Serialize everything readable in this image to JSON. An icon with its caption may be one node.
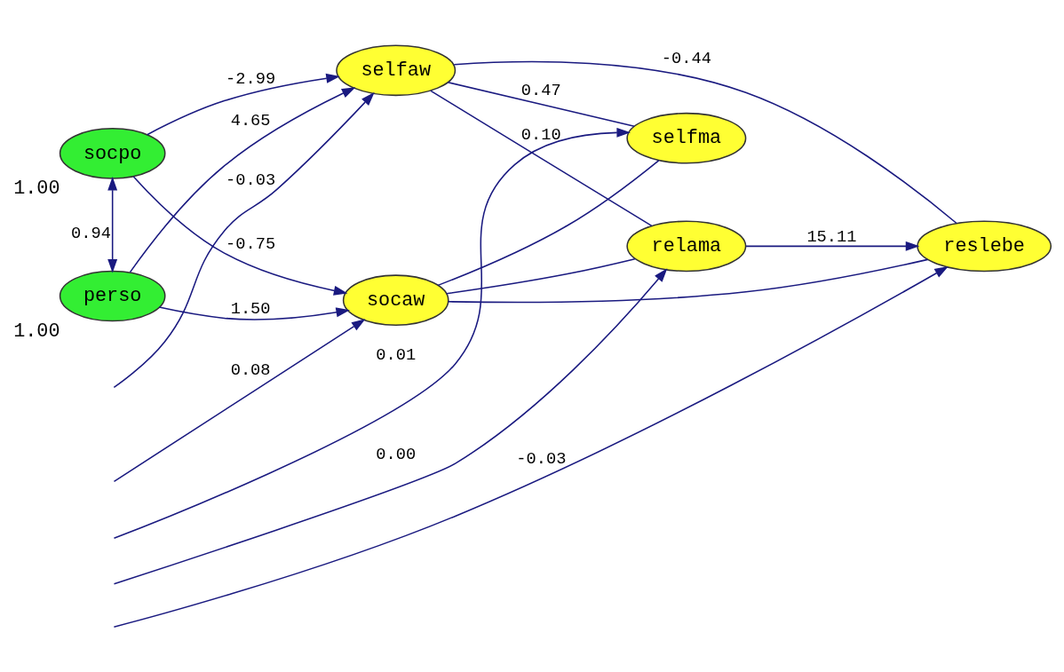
{
  "diagram": {
    "nodes": [
      {
        "text": [
          "perso"
        ],
        "beside": [
          "1.00"
        ]
      },
      {
        "text": [
          "socpo"
        ],
        "beside": [
          "1.00"
        ]
      },
      {
        "text": [
          "selfaw"
        ]
      },
      {
        "text": [
          "socaw"
        ]
      },
      {
        "text": [
          "selfma"
        ]
      },
      {
        "text": [
          "relama"
        ]
      },
      {
        "text": [
          "reslebe"
        ]
      }
    ],
    "edges": [
      {
        "from": 0,
        "to": 2,
        "arrow": "to",
        "label": "4.65"
      },
      {
        "from": 0,
        "to": 3,
        "arrow": "to",
        "label": "1.50"
      },
      {
        "from": 1,
        "to": 2,
        "arrow": "to",
        "label": "-2.99"
      },
      {
        "from": 1,
        "to": 3,
        "arrow": "to",
        "label": "-0.75"
      },
      {
        "from": 0,
        "to": 1,
        "arrow": "both",
        "label": "0.94"
      },
      {
        "from": 2,
        "to": 4,
        "arrow": "none",
        "label": "0.47"
      },
      {
        "from": 2,
        "to": 5,
        "arrow": "none",
        "label": "0.10"
      },
      {
        "from": 2,
        "to": 6,
        "arrow": "none",
        "label": "-0.44"
      },
      {
        "from": 3,
        "to": 4,
        "arrow": "none"
      },
      {
        "from": 3,
        "to": 5,
        "arrow": "none"
      },
      {
        "from": 3,
        "to": 6,
        "arrow": "none"
      },
      {
        "from": 5,
        "to": 6,
        "arrow": "to",
        "label": "15.11"
      },
      {
        "from": null,
        "to": 2,
        "arrow": "to",
        "label": "-0.03"
      },
      {
        "from": null,
        "to": 3,
        "arrow": "to",
        "label": "0.08"
      },
      {
        "from": null,
        "to": 4,
        "arrow": "to",
        "label": "0.01"
      },
      {
        "from": null,
        "to": 5,
        "arrow": "to",
        "label": "0.00"
      },
      {
        "from": null,
        "to": 6,
        "arrow": "to",
        "label": "-0.03"
      }
    ]
  }
}
